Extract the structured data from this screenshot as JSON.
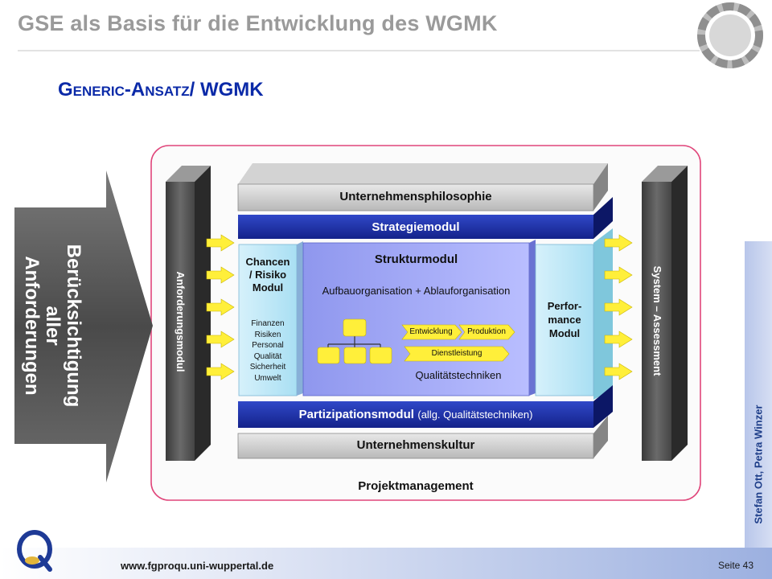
{
  "slide": {
    "title": "GSE als Basis für die Entwicklung des WGMK",
    "subtitle_parts": [
      "G",
      "ENERIC",
      "-A",
      "NSATZ",
      "/ WGMK"
    ]
  },
  "diagram": {
    "arrow_label": [
      "Berücksichtigung",
      "aller",
      "Anforderungen"
    ],
    "left_pillar": "Anforderungsmodul",
    "right_pillar": "System – Assessment",
    "top_slab": "Unternehmensphilosophie",
    "strategy": "Strategiemodul",
    "chancen": {
      "title": [
        "Chancen",
        "/ Risiko",
        "Modul"
      ],
      "items": [
        "Finanzen",
        "Risiken",
        "Personal",
        "Qualität",
        "Sicherheit",
        "Umwelt"
      ]
    },
    "struktur": {
      "title": "Strukturmodul",
      "subtitle": "Aufbauorganisation + Ablauforganisation",
      "process_arrows": [
        "Entwicklung",
        "Produktion",
        "Dienstleistung"
      ],
      "footer": "Qualitätstechniken"
    },
    "performance": [
      "Perfor-",
      "mance",
      "Modul"
    ],
    "participation": {
      "bold": "Partizipationsmodul",
      "normal": "(allg. Qualitätstechniken)"
    },
    "bottom_slab": "Unternehmenskultur",
    "frame_label": "Projektmanagement"
  },
  "footer": {
    "url": "www.fgproqu.uni-wuppertal.de",
    "page": "Seite 43",
    "author": "Stefan Ott, Petra Winzer"
  },
  "colors": {
    "title_gray": "#9a9a9a",
    "subtitle_blue": "#0b2aa8",
    "frame_pink": "#e0457a",
    "module_blue": "#1c2fa0",
    "yellow": "#ffef3a"
  }
}
